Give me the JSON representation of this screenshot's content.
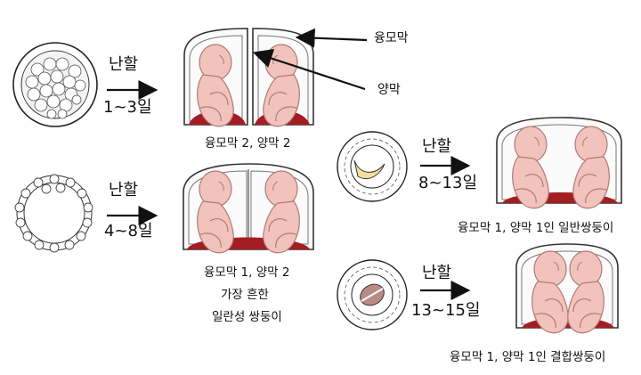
{
  "labels": {
    "chorion": "융모막",
    "amnion": "양막"
  },
  "rows": [
    {
      "step_label": "난할",
      "days": "1~3일",
      "caption": [
        "융모막 2, 양막 2"
      ]
    },
    {
      "step_label": "난할",
      "days": "4~8일",
      "caption": [
        "융모막 1, 양막 2",
        "가장 흔한",
        "일란성 쌍둥이"
      ]
    },
    {
      "step_label": "난할",
      "days": "8~13일",
      "caption": [
        "융모막 1, 양막 1인 일반쌍둥이"
      ]
    },
    {
      "step_label": "난할",
      "days": "13~15일",
      "caption": [
        "융모막 1, 양막 1인 결합쌍둥이"
      ]
    }
  ]
}
